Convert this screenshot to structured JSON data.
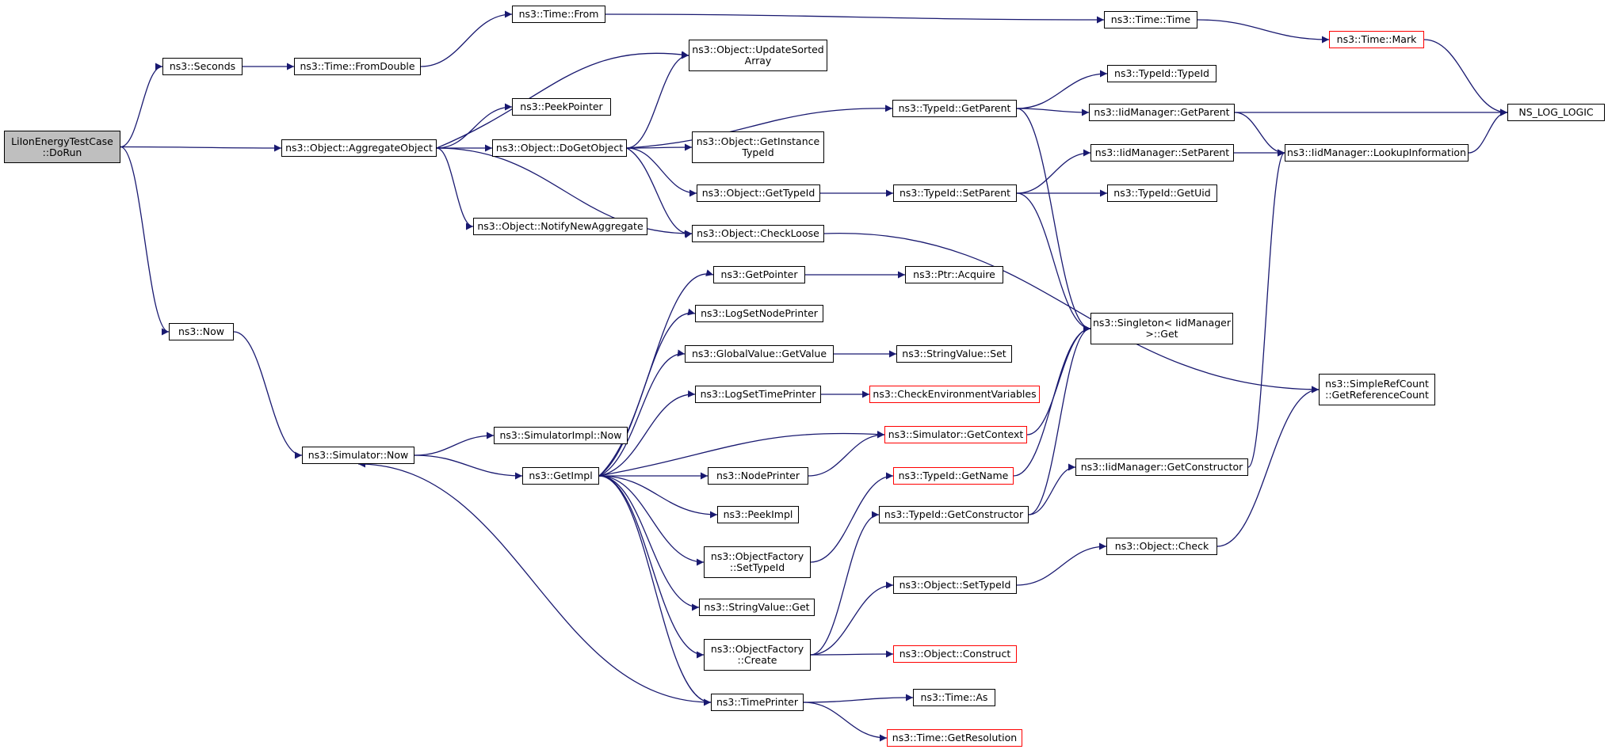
{
  "diagram": {
    "nodes": {
      "root": "LiIonEnergyTestCase\n::DoRun",
      "seconds": "ns3::Seconds",
      "fromdouble": "ns3::Time::FromDouble",
      "from": "ns3::Time::From",
      "time": "ns3::Time::Time",
      "mark": "ns3::Time::Mark",
      "nslog": "NS_LOG_LOGIC",
      "aggregate": "ns3::Object::AggregateObject",
      "updatesorted": "ns3::Object::UpdateSorted\nArray",
      "peekpointer": "ns3::PeekPointer",
      "dogetobject": "ns3::Object::DoGetObject",
      "getinstance": "ns3::Object::GetInstance\nTypeId",
      "objgettypeid": "ns3::Object::GetTypeId",
      "notify": "ns3::Object::NotifyNewAggregate",
      "checkloose": "ns3::Object::CheckLoose",
      "tgetparent": "ns3::TypeId::GetParent",
      "ttypeid": "ns3::TypeId::TypeId",
      "iidgetparent": "ns3::IidManager::GetParent",
      "iidlookup": "ns3::IidManager::LookupInformation",
      "iidsetparent": "ns3::IidManager::SetParent",
      "tsetparent": "ns3::TypeId::SetParent",
      "tgetuid": "ns3::TypeId::GetUid",
      "singleton": "ns3::Singleton< IidManager\n>::Get",
      "simpleref": "ns3::SimpleRefCount\n::GetReferenceCount",
      "now": "ns3::Now",
      "simnow": "ns3::Simulator::Now",
      "simimplnow": "ns3::SimulatorImpl::Now",
      "getimpl": "ns3::GetImpl",
      "getpointer": "ns3::GetPointer",
      "ptracquire": "ns3::Ptr::Acquire",
      "lognodeprinter": "ns3::LogSetNodePrinter",
      "globalvalue": "ns3::GlobalValue::GetValue",
      "stringset": "ns3::StringValue::Set",
      "logtimeprinter": "ns3::LogSetTimePrinter",
      "checkenv": "ns3::CheckEnvironmentVariables",
      "simgetcontext": "ns3::Simulator::GetContext",
      "nodeprinter": "ns3::NodePrinter",
      "peekimpl": "ns3::PeekImpl",
      "tgetname": "ns3::TypeId::GetName",
      "iidgetctor": "ns3::IidManager::GetConstructor",
      "tgetctor": "ns3::TypeId::GetConstructor",
      "ofsettypeid": "ns3::ObjectFactory\n::SetTypeId",
      "objcheck": "ns3::Object::Check",
      "objsettypeid": "ns3::Object::SetTypeId",
      "stringget": "ns3::StringValue::Get",
      "ofcreate": "ns3::ObjectFactory\n::Create",
      "construct": "ns3::Object::Construct",
      "timeprinter": "ns3::TimePrinter",
      "timeas": "ns3::Time::As",
      "getres": "ns3::Time::GetResolution"
    },
    "colors": {
      "edge": "#191970",
      "root_fill": "#bfbfbf",
      "normal_border": "#000000",
      "truncated_border": "#ff0000"
    }
  }
}
